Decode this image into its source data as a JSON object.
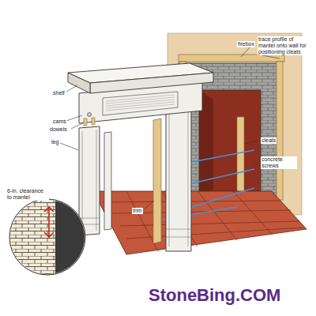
{
  "diagram": {
    "labels": [
      "shelf",
      "cams",
      "dowels",
      "leg",
      "trim",
      "firebox",
      "trace profile of mantel onto wall for positioning cleats",
      "cleats",
      "concrete screws",
      "6-in. clearance to mantel",
      "StoneBing.COM"
    ]
  }
}
